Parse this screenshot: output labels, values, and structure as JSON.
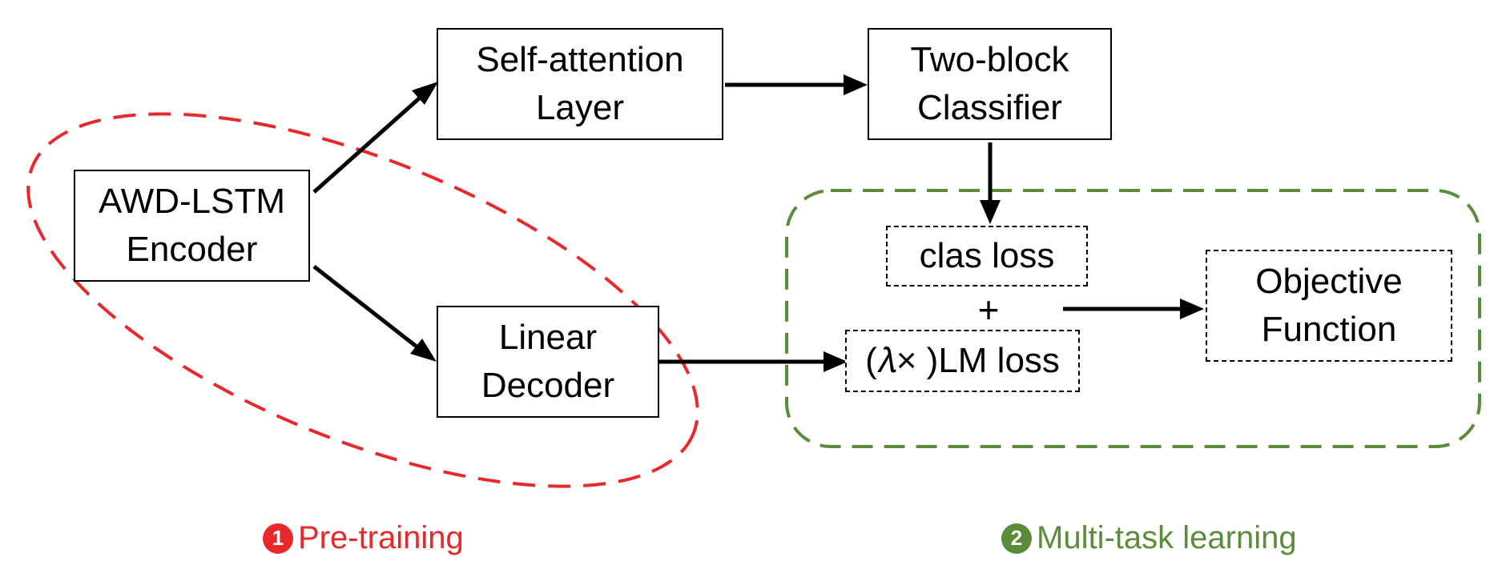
{
  "colors": {
    "pretraining": "#e8282b",
    "multitask": "#5b8c3a",
    "stroke": "#000000"
  },
  "nodes": {
    "encoder": "AWD-LSTM\nEncoder",
    "self_attention": "Self-attention\nLayer",
    "classifier": "Two-block\nClassifier",
    "decoder": "Linear\nDecoder",
    "clas_loss": "clas loss",
    "plus": "+",
    "lm_loss": "(𝜆× )LM loss",
    "objective": "Objective\nFunction"
  },
  "phases": {
    "pretraining": {
      "number": "1",
      "label": "Pre-training"
    },
    "multitask": {
      "number": "2",
      "label": "Multi-task learning"
    }
  }
}
